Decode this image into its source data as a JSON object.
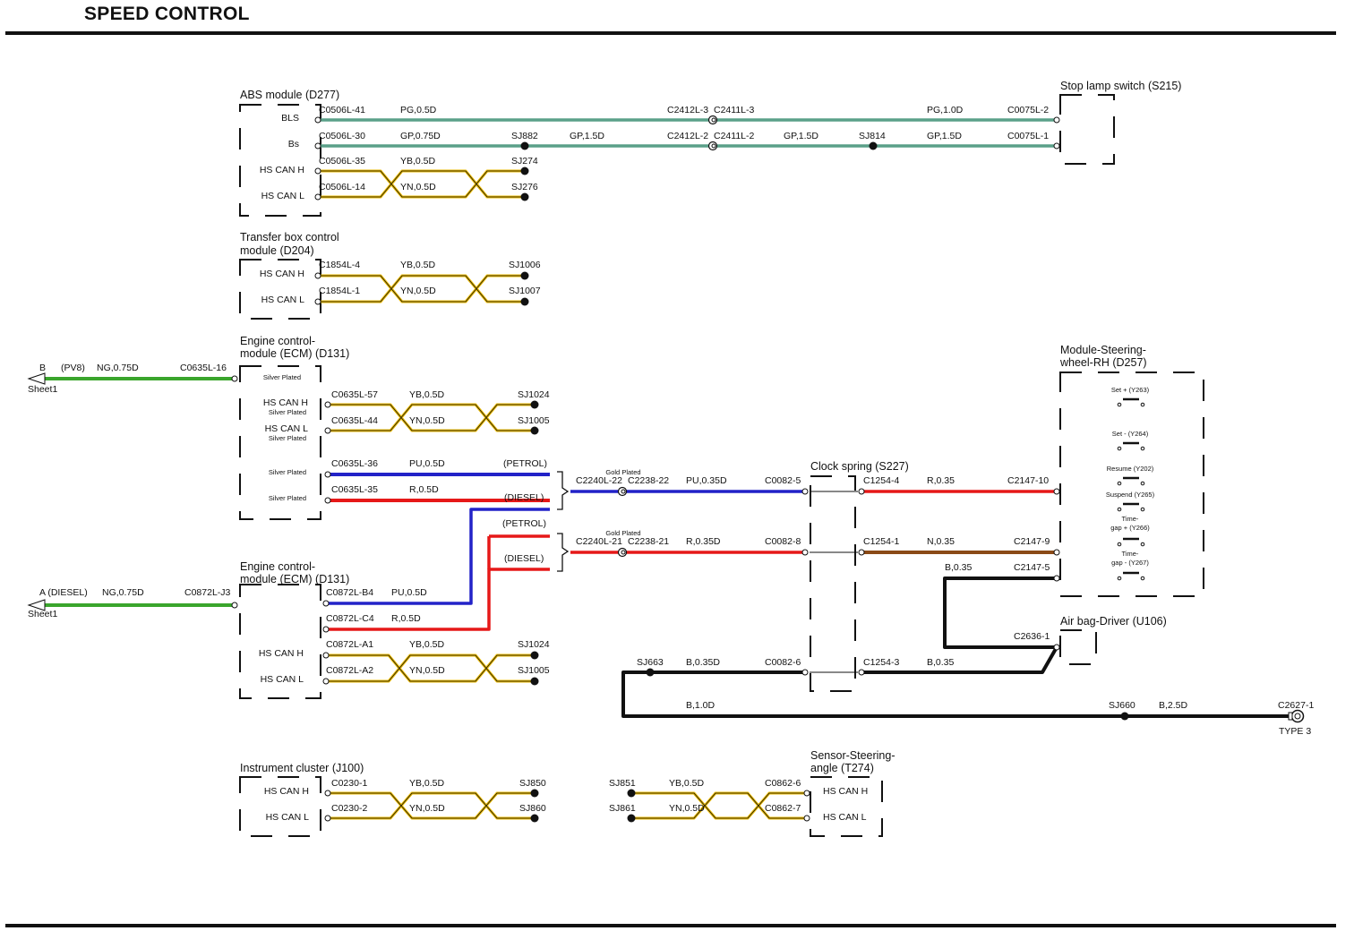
{
  "page_title": "SPEED CONTROL",
  "colors": {
    "green": "#3aa52c",
    "green_gray": "#5aa089",
    "gray": "#8a8a8a",
    "yellow": "#e8b800",
    "purple": "#2222c8",
    "red": "#e61818",
    "brown": "#8a4a17",
    "black": "#111111"
  },
  "boxes": [
    {
      "id": "abs",
      "title": [
        "ABS module (D277)"
      ],
      "pins": [
        "BLS",
        "Bs",
        "HS CAN H",
        "HS CAN L"
      ]
    },
    {
      "id": "tbox",
      "title": [
        "Transfer box control",
        "module (D204)"
      ],
      "pins": [
        "HS CAN H",
        "HS CAN L"
      ]
    },
    {
      "id": "ecm1",
      "title": [
        "Engine control-",
        "module (ECM) (D131)"
      ],
      "pins": [
        "Silver Plated",
        "HS CAN H",
        "Silver Plated",
        "HS CAN L",
        "Silver Plated",
        "Silver Plated",
        "Silver Plated"
      ]
    },
    {
      "id": "ecm2",
      "title": [
        "Engine control-",
        "module (ECM) (D131)"
      ],
      "pins": [
        "HS CAN H",
        "HS CAN L"
      ]
    },
    {
      "id": "ic",
      "title": [
        "Instrument cluster (J100)"
      ],
      "pins": [
        "HS CAN H",
        "HS CAN L"
      ]
    },
    {
      "id": "stop",
      "title": [
        "Stop lamp switch (S215)"
      ],
      "pins": []
    },
    {
      "id": "clock",
      "title": [
        "Clock spring (S227)"
      ],
      "pins": []
    },
    {
      "id": "swheel",
      "title": [
        "Module-Steering-",
        "wheel-RH (D257)"
      ],
      "pins": [
        "Set + (Y263)",
        "Set - (Y264)",
        "Resume (Y202)",
        "Suspend (Y265)",
        "Time-",
        "gap + (Y266)",
        "Time-",
        "gap - (Y267)"
      ]
    },
    {
      "id": "airbag",
      "title": [
        "Air bag-Driver (U106)"
      ],
      "pins": []
    },
    {
      "id": "ssa",
      "title": [
        "Sensor-Steering-",
        "angle (T274)"
      ],
      "pins": [
        "HS CAN H",
        "HS CAN L"
      ]
    }
  ],
  "labels": [
    "C0506L-41",
    "PG,0.5D",
    "C2412L-3",
    "C2411L-3",
    "PG,1.0D",
    "C0075L-2",
    "C0506L-30",
    "GP,0.75D",
    "SJ882",
    "GP,1.5D",
    "C2412L-2",
    "C2411L-2",
    "GP,1.5D",
    "SJ814",
    "GP,1.5D",
    "C0075L-1",
    "C0506L-35",
    "YB,0.5D",
    "SJ274",
    "C0506L-14",
    "YN,0.5D",
    "SJ276",
    "C1854L-4",
    "YB,0.5D",
    "SJ1006",
    "C1854L-1",
    "YN,0.5D",
    "SJ1007",
    "B",
    "(PV8)",
    "NG,0.75D",
    "C0635L-16",
    "Sheet1",
    "C0635L-57",
    "YB,0.5D",
    "SJ1024",
    "C0635L-44",
    "YN,0.5D",
    "SJ1005",
    "C0635L-36",
    "PU,0.5D",
    "(PETROL)",
    "C0635L-35",
    "R,0.5D",
    "(DIESEL)",
    "(PETROL)",
    "(DIESEL)",
    "Gold Plated",
    "C2240L-22",
    "C2238-22",
    "PU,0.35D",
    "C0082-5",
    "C1254-4",
    "R,0.35",
    "C2147-10",
    "Gold Plated",
    "C2240L-21",
    "C2238-21",
    "R,0.35D",
    "C0082-8",
    "C1254-1",
    "N,0.35",
    "C2147-9",
    "B,0.35",
    "C2147-5",
    "A (DIESEL)",
    "NG,0.75D",
    "C0872L-J3",
    "Sheet1",
    "C0872L-B4",
    "PU,0.5D",
    "C0872L-C4",
    "R,0.5D",
    "C0872L-A1",
    "YB,0.5D",
    "SJ1024",
    "C0872L-A2",
    "YN,0.5D",
    "SJ1005",
    "C2636-1",
    "SJ663",
    "B,0.35D",
    "C0082-6",
    "C1254-3",
    "B,0.35",
    "B,1.0D",
    "SJ660",
    "B,2.5D",
    "C2627-1",
    "TYPE 3",
    "C0230-1",
    "YB,0.5D",
    "SJ850",
    "C0230-2",
    "YN,0.5D",
    "SJ860",
    "SJ851",
    "YB,0.5D",
    "C0862-6",
    "SJ861",
    "YN,0.5D",
    "C0862-7"
  ]
}
